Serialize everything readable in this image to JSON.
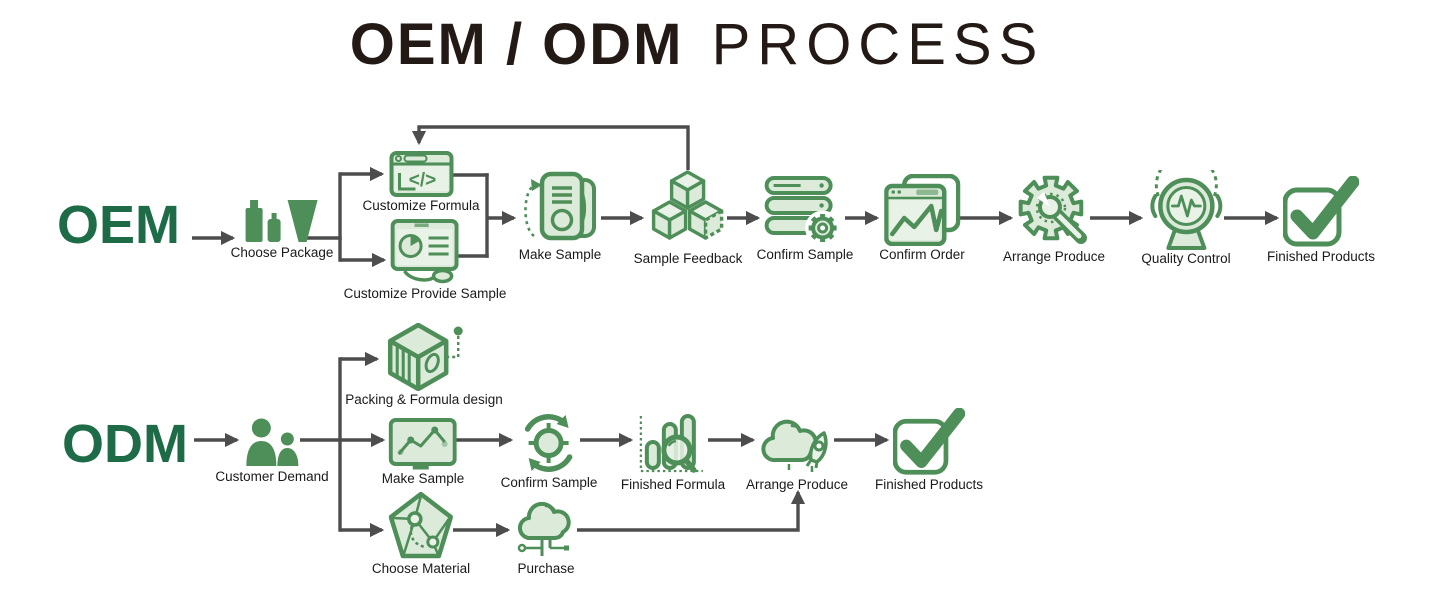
{
  "title": {
    "bold": "OEM / ODM",
    "light": "PROCESS"
  },
  "colors": {
    "icon_green": "#4e8e58",
    "icon_fill": "#dcead9",
    "icon_fill_light": "#e9f2e6",
    "row_label_green": "#1e6b47",
    "connector_gray": "#4d4d4d",
    "label_text": "#1a1a1a",
    "title_black": "#231a16"
  },
  "oem": {
    "label": "OEM",
    "nodes": [
      {
        "label": "Choose Package",
        "icon": "package-bottles-icon"
      },
      {
        "label": "Customize Formula",
        "icon": "code-window-icon"
      },
      {
        "label": "Customize Provide Sample",
        "icon": "monitor-piechart-icon"
      },
      {
        "label": "Make Sample",
        "icon": "sample-cards-icon"
      },
      {
        "label": "Sample Feedback",
        "icon": "cubes-icon"
      },
      {
        "label": "Confirm Sample",
        "icon": "server-gear-icon"
      },
      {
        "label": "Confirm Order",
        "icon": "chart-window-icon"
      },
      {
        "label": "Arrange Produce",
        "icon": "gear-wrench-icon"
      },
      {
        "label": "Quality Control",
        "icon": "monitor-pulse-icon"
      },
      {
        "label": "Finished Products",
        "icon": "checkmark-box-icon"
      }
    ]
  },
  "odm": {
    "label": "ODM",
    "nodes": [
      {
        "label": "Customer Demand",
        "icon": "people-icon"
      },
      {
        "label": "Packing & Formula design",
        "icon": "box-design-icon"
      },
      {
        "label": "Make Sample",
        "icon": "monitor-graph-icon"
      },
      {
        "label": "Confirm Sample",
        "icon": "target-refresh-icon"
      },
      {
        "label": "Finished Formula",
        "icon": "bars-magnifier-icon"
      },
      {
        "label": "Arrange Produce",
        "icon": "cloud-rocket-icon"
      },
      {
        "label": "Finished Products",
        "icon": "checkmark-box-icon"
      },
      {
        "label": "Choose Material",
        "icon": "pentagon-molecule-icon"
      },
      {
        "label": "Purchase",
        "icon": "cloud-circuit-icon"
      }
    ]
  }
}
